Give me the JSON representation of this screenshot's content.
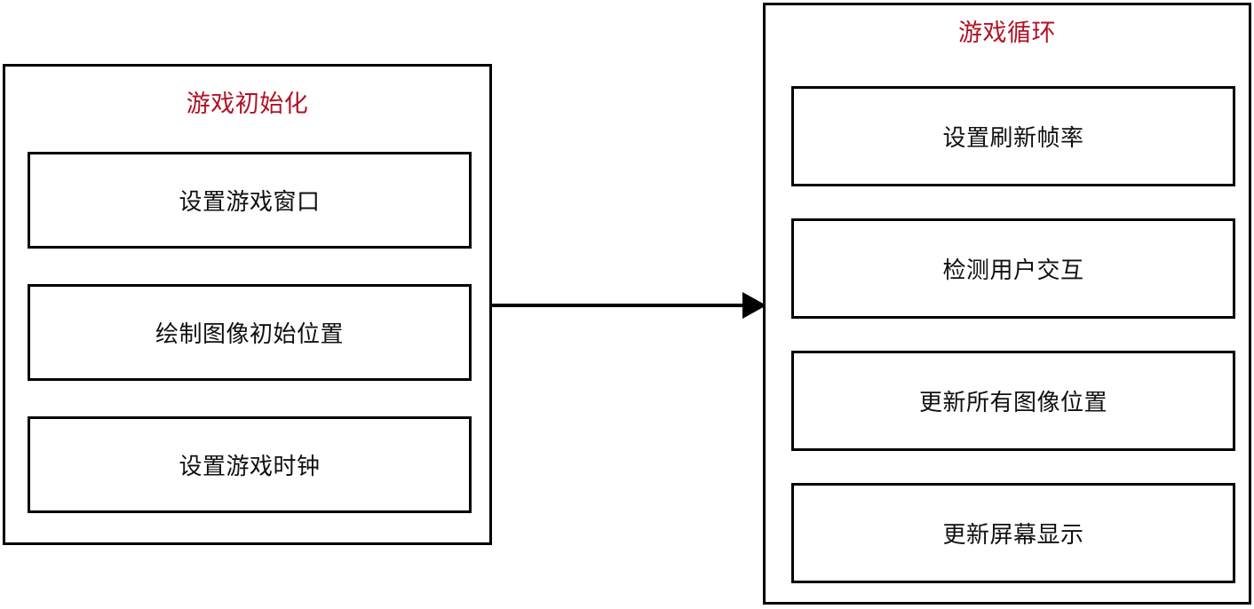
{
  "diagram": {
    "type": "flowchart",
    "background_color": "#ffffff",
    "accent_color": "#B11226",
    "line_color": "#000000",
    "panels": [
      {
        "id": "game-initialization",
        "title": "游戏初始化",
        "steps": [
          {
            "label": "设置游戏窗口"
          },
          {
            "label": "绘制图像初始位置"
          },
          {
            "label": "设置游戏时钟"
          }
        ]
      },
      {
        "id": "game-loop",
        "title": "游戏循环",
        "steps": [
          {
            "label": "设置刷新帧率"
          },
          {
            "label": "检测用户交互"
          },
          {
            "label": "更新所有图像位置"
          },
          {
            "label": "更新屏幕显示"
          }
        ]
      }
    ],
    "connector": {
      "icon": "arrow-right-icon",
      "from": "game-initialization",
      "to": "game-loop"
    }
  }
}
